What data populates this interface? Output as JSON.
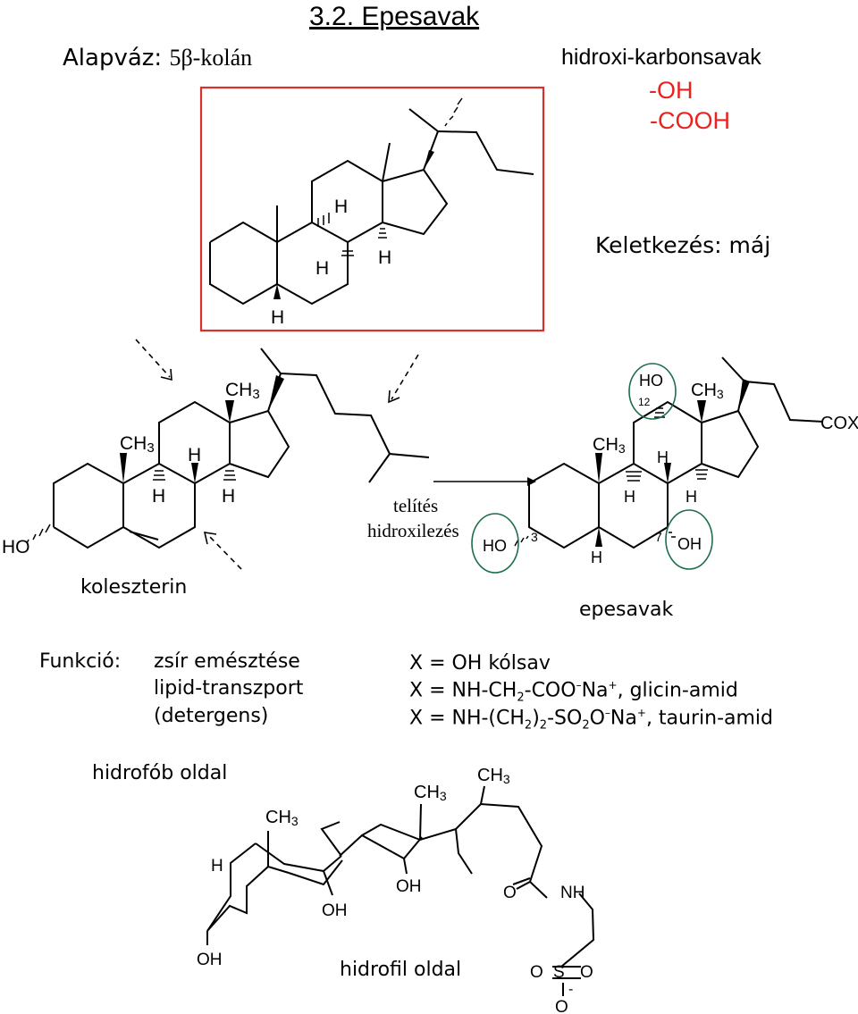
{
  "title": "3.2. Epesavak",
  "alapvaz": {
    "label": "Alapváz:",
    "value": "5β-kolán"
  },
  "hydroxy": {
    "heading": "hidroxi-karbonsavak",
    "oh": "-OH",
    "cooh": "-COOH"
  },
  "keletkezes": "Keletkezés: máj",
  "cholane_labels": {
    "h1": "H",
    "h2": "H",
    "h3": "H",
    "h4": "H"
  },
  "cholesterol": {
    "name": "koleszterin",
    "ho": "HO",
    "ch3_a": "CH",
    "ch3_a_sub": "3",
    "ch3_b": "CH",
    "ch3_b_sub": "3",
    "h1": "H",
    "h2": "H",
    "h3": "H"
  },
  "process": {
    "line1": "telítés",
    "line2": "hidroxilezés"
  },
  "bile_acid": {
    "name": "epesavak",
    "ho3": "HO",
    "pos3": "3",
    "ho12": "HO",
    "pos12": "12",
    "oh7": "OH",
    "pos7": "7",
    "ch3_a": "CH",
    "ch3_a_sub": "3",
    "ch3_b": "CH",
    "ch3_b_sub": "3",
    "cox": "COX",
    "h1": "H",
    "h2": "H",
    "h3": "H",
    "h4": "H"
  },
  "funkcio": {
    "label": "Funkció:",
    "lines": [
      "zsír emésztése",
      "lipid-transzport",
      "(detergens)"
    ]
  },
  "x_defs": {
    "line1": "X = OH  kólsav",
    "line2_a": "X = NH-CH",
    "line2_sub": "2",
    "line2_b": "-COO",
    "line2_sup1": "–",
    "line2_c": "Na",
    "line2_sup2": "+",
    "line2_d": ", glicin-amid",
    "line3_a": "X = NH-(CH",
    "line3_sub1": "2",
    "line3_b": ")",
    "line3_sub2": "2",
    "line3_c": "-SO",
    "line3_sub3": "2",
    "line3_d": "O",
    "line3_sup1": "–",
    "line3_e": "Na",
    "line3_sup2": "+",
    "line3_f": ", taurin-amid"
  },
  "bottom": {
    "hydrophobic": "hidrofób oldal",
    "hydrophilic": "hidrofil oldal",
    "ch3_1": "CH",
    "ch3_1_sub": "3",
    "ch3_2": "CH",
    "ch3_2_sub": "3",
    "ch3_3": "CH",
    "ch3_3_sub": "3",
    "h": "H",
    "oh_a": "OH",
    "oh_b": "OH",
    "oh_c": "OH",
    "o": "O",
    "nh": "NH",
    "so3_o1": "O",
    "so3_s": "S",
    "so3_o2": "O",
    "so3_minus": "-",
    "so3_o3": "O"
  },
  "colors": {
    "red": "#e8231f",
    "box": "#d9302c",
    "circle": "#1d6e4a"
  }
}
